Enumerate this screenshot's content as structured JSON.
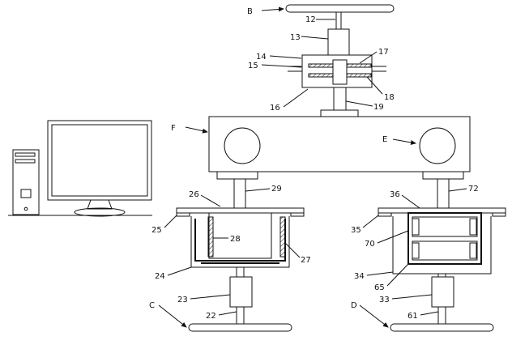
{
  "labels": {
    "B": "B",
    "F": "F",
    "E": "E",
    "C": "C",
    "D": "D",
    "n12": "12",
    "n13": "13",
    "n14": "14",
    "n15": "15",
    "n16": "16",
    "n17": "17",
    "n18": "18",
    "n19": "19",
    "n26": "26",
    "n29": "29",
    "n25": "25",
    "n28": "28",
    "n27": "27",
    "n24": "24",
    "n23": "23",
    "n22": "22",
    "n36": "36",
    "n72": "72",
    "n35": "35",
    "n70": "70",
    "n34": "34",
    "n65": "65",
    "n33": "33",
    "n61": "61"
  },
  "colors": {
    "line": "#111111",
    "background": "#ffffff"
  },
  "icons": {
    "computer": "desktop-computer-icon"
  }
}
